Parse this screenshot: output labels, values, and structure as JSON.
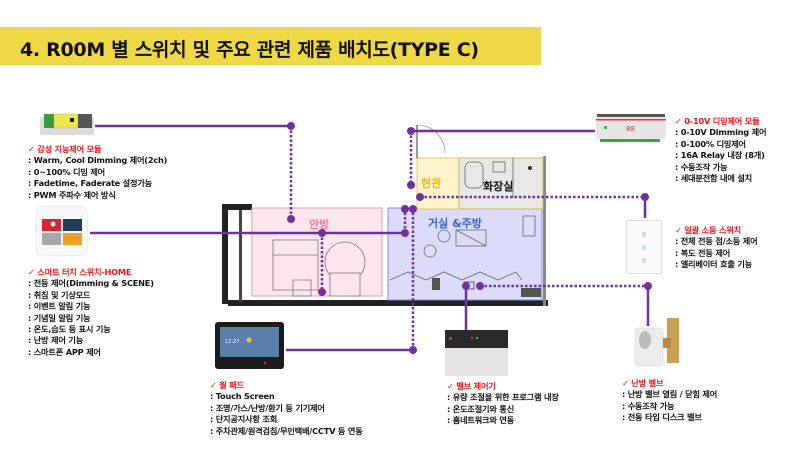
{
  "title": "4. R00M 별 스위치 및 주요 관련 제품 배치도(TYPE C)",
  "colors": {
    "title_bg": "#efd846",
    "connector": "#7030a0",
    "heading": "#e8161c",
    "room_anbang": "#fde7ee",
    "room_living": "#dcdcfa",
    "room_entrance": "#fff3cc"
  },
  "floorplan": {
    "rooms": [
      {
        "label": "안방",
        "color": "#f07aa0"
      },
      {
        "label": "거실 &주방",
        "color": "#3a63c9"
      },
      {
        "label": "현관",
        "color": "#f1b800"
      },
      {
        "label": "화장실",
        "color": "#111111"
      }
    ]
  },
  "products": [
    {
      "id": "dimming-module",
      "heading": "✓ 감성 지능제어 모듈",
      "lines": [
        ": Warm, Cool Dimming 제어(2ch)",
        ": 0~100% 디밍 제어",
        ": Fadetime, Faderate 설정가능",
        ": PWM 주파수 제어 방식"
      ]
    },
    {
      "id": "smart-touch-switch",
      "heading": "✓ 스마트 터치 스위치-HOME",
      "lines": [
        ": 전등 제어(Dimming & SCENE)",
        ": 취침 및 기상모드",
        ": 이벤트 알림 기능",
        ": 기념일 알림 기능",
        ": 온도,습도 등 표시 기능",
        ": 난방 제어 기능",
        ": 스마트폰 APP 제어"
      ]
    },
    {
      "id": "wall-pad",
      "heading": "✓ 월 패드",
      "lines": [
        ": Touch Screen",
        ": 조명/가스/난방/환기 등 기기제어",
        ": 단지공지사항 조회",
        ": 주차관제/원격검침/무인택배/CCTV 등 연동"
      ]
    },
    {
      "id": "valve-controller",
      "heading": "✓ 밸브 제어기",
      "lines": [
        ": 유량 조절을 위한 프로그램 내장",
        ": 온도조절기와 통신",
        ": 홈네트워크와 연동"
      ]
    },
    {
      "id": "analog-dimming-module",
      "heading": "✓ 0-10V 디밍제어 모듈",
      "lines": [
        ": 0-10V Dimming 제어",
        ": 0-100% 디밍제어",
        ": 16A Relay 내장 (8개)",
        ": 수동조작 가능",
        ": 세대분전함 내에 설치"
      ]
    },
    {
      "id": "master-switch",
      "heading": "✓ 일괄 소등 스위치",
      "lines": [
        ": 전체 전등 점/소등 제어",
        ": 복도 전등 제어",
        ": 엘리베이터 호출 기능"
      ]
    },
    {
      "id": "heating-valve",
      "heading": "✓ 난방 밸브",
      "lines": [
        ": 난방 밸브 열림 / 닫힘 제어",
        ": 수동조작 가능",
        ": 전동 타입 디스크 밸브"
      ]
    }
  ],
  "device_images": {
    "wallpad_time": "12:27",
    "dimmer_display": "88"
  }
}
